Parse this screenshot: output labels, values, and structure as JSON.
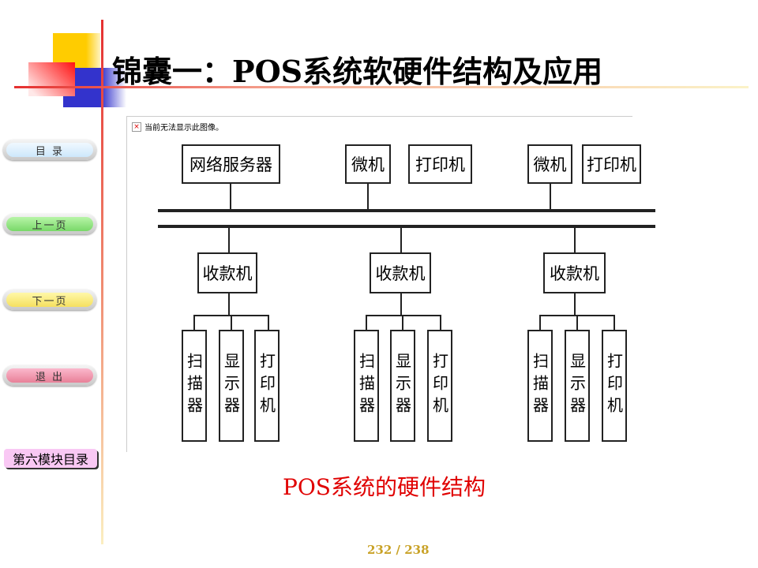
{
  "title": "锦囊一：POS系统软硬件结构及应用",
  "nav": {
    "toc": "目 录",
    "prev": "上一页",
    "next": "下一页",
    "exit": "退 出",
    "module": "第六模块目录"
  },
  "image_error": "当前无法显示此图像。",
  "diagram": {
    "server": "网络服务器",
    "pc": "微机",
    "printer": "打印机",
    "cashier": "收款机",
    "scanner": "扫描器",
    "display": "显示器",
    "printer_v": "打印机"
  },
  "caption": "POS系统的硬件结构",
  "page": {
    "current": "232",
    "total": "238",
    "sep": " / "
  },
  "colors": {
    "accent": "#e00000",
    "page": "#c9a227"
  }
}
